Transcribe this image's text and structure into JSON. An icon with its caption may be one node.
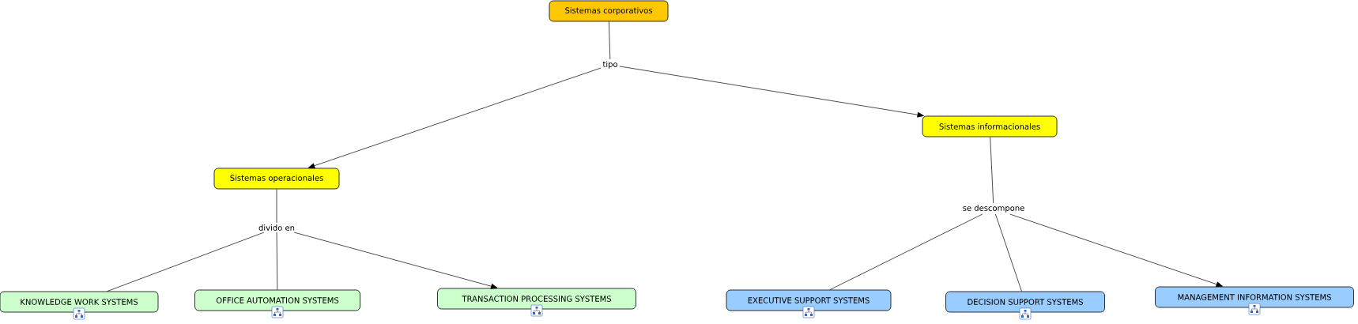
{
  "diagram": {
    "nodes": [
      {
        "text": [
          "Sistemas corporativos"
        ]
      },
      {
        "text": [
          "tipo"
        ]
      },
      {
        "text": [
          "Sistemas operacionales"
        ]
      },
      {
        "text": [
          "Sistemas informacionales"
        ]
      },
      {
        "text": [
          "divido en"
        ]
      },
      {
        "text": [
          "se descompone"
        ]
      },
      {
        "text": [
          "KNOWLEDGE WORK SYSTEMS"
        ]
      },
      {
        "text": [
          "OFFICE AUTOMATION SYSTEMS"
        ]
      },
      {
        "text": [
          "TRANSACTION PROCESSING SYSTEMS"
        ]
      },
      {
        "text": [
          "EXECUTIVE SUPPORT SYSTEMS"
        ]
      },
      {
        "text": [
          "DECISION SUPPORT SYSTEMS"
        ]
      },
      {
        "text": [
          "MANAGEMENT INFORMATION SYSTEMS"
        ]
      }
    ],
    "edges": [
      {
        "from": 0,
        "to": 1,
        "arrow": "none"
      },
      {
        "from": 1,
        "to": 2,
        "arrow": "to"
      },
      {
        "from": 1,
        "to": 3,
        "arrow": "to"
      },
      {
        "from": 2,
        "to": 4,
        "arrow": "none"
      },
      {
        "from": 4,
        "to": 6,
        "arrow": "none"
      },
      {
        "from": 4,
        "to": 7,
        "arrow": "none"
      },
      {
        "from": 4,
        "to": 8,
        "arrow": "to"
      },
      {
        "from": 3,
        "to": 5,
        "arrow": "none"
      },
      {
        "from": 5,
        "to": 9,
        "arrow": "none"
      },
      {
        "from": 5,
        "to": 10,
        "arrow": "none"
      },
      {
        "from": 5,
        "to": 11,
        "arrow": "to"
      }
    ]
  }
}
